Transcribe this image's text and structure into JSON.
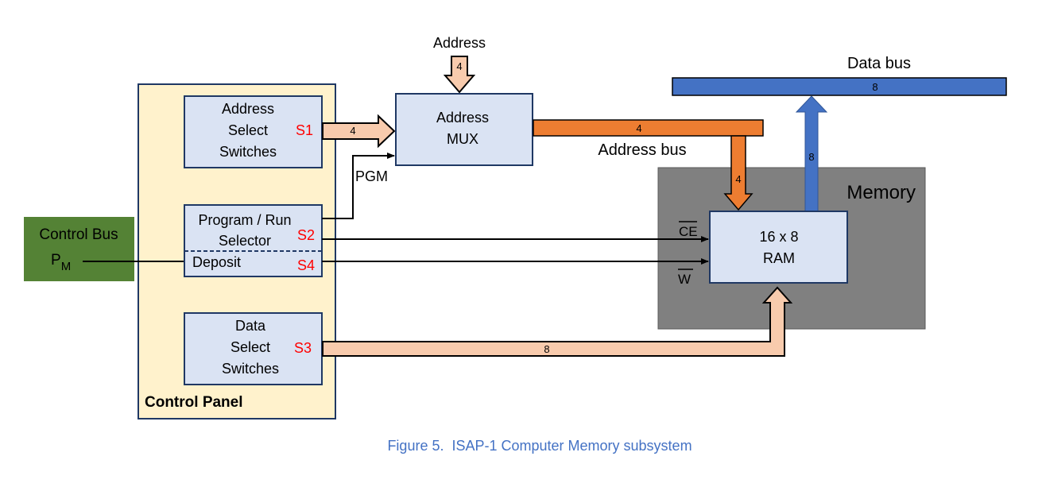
{
  "colors": {
    "control_panel_fill": "#FFF2CC",
    "block_fill": "#DAE3F3",
    "block_stroke": "#1F3864",
    "memory_fill": "#808080",
    "control_bus_fill": "#548235",
    "data_bus": "#4472C4",
    "address_bus": "#ED7D31",
    "light_bus": "#F8CBAD",
    "switch_label": "#FF0000",
    "caption": "#4472C4"
  },
  "control_panel": {
    "title": "Control Panel"
  },
  "address_switches": {
    "line1": "Address",
    "line2": "Select",
    "line3": "Switches",
    "switch": "S1"
  },
  "program_run": {
    "line1": "Program / Run",
    "line2": "Selector",
    "switch": "S2"
  },
  "deposit": {
    "label": "Deposit",
    "switch": "S4"
  },
  "data_switches": {
    "line1": "Data",
    "line2": "Select",
    "line3": "Switches",
    "switch": "S3"
  },
  "control_bus": {
    "label": "Control Bus",
    "signal_main": "P",
    "signal_sub": "M"
  },
  "address_mux": {
    "line1": "Address",
    "line2": "MUX"
  },
  "address_input": {
    "label": "Address",
    "width": "4"
  },
  "pgm_label": "PGM",
  "s1_bus_width": "4",
  "address_bus": {
    "label": "Address bus",
    "width": "4",
    "to_ram_width": "4"
  },
  "data_bus": {
    "label": "Data bus",
    "width": "8",
    "from_ram_width": "8"
  },
  "data_switch_bus_width": "8",
  "memory": {
    "label": "Memory"
  },
  "ram": {
    "line1": "16 x 8",
    "line2": "RAM"
  },
  "signals": {
    "ce": "CE",
    "w": "W"
  },
  "caption": "Figure 5.  ISAP-1 Computer Memory subsystem"
}
